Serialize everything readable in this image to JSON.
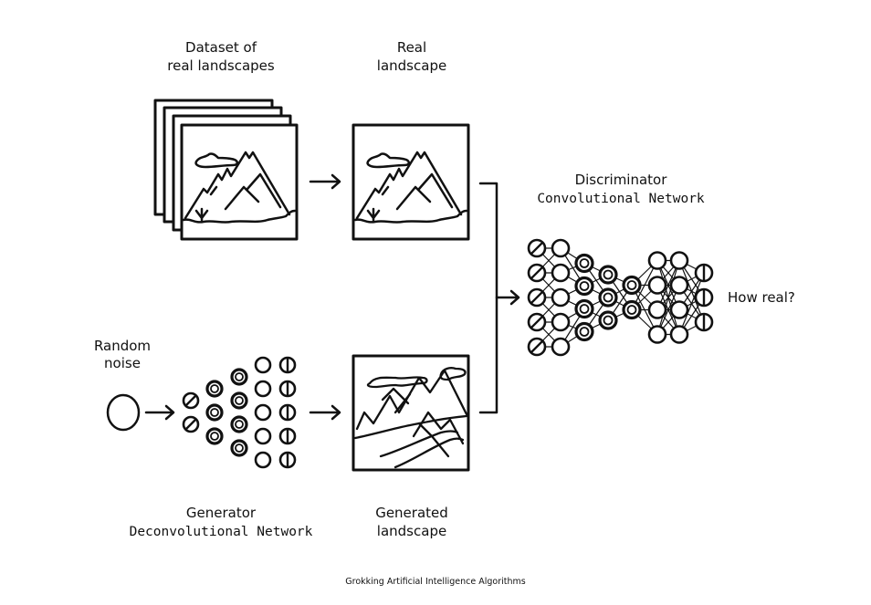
{
  "labels": {
    "dataset_line1": "Dataset of",
    "dataset_line2": "real landscapes",
    "real_line1": "Real",
    "real_line2": "landscape",
    "discriminator_line1": "Discriminator",
    "discriminator_line2": "Convolutional Network",
    "how_real": "How real?",
    "noise_line1": "Random",
    "noise_line2": "noise",
    "generator_line1": "Generator",
    "generator_line2": "Deconvolutional Network",
    "generated_line1": "Generated",
    "generated_line2": "landscape",
    "footer": "Grokking Artificial Intelligence Algorithms"
  },
  "generator_network": {
    "layers": [
      {
        "nodes": 2,
        "style": "slash"
      },
      {
        "nodes": 3,
        "style": "double"
      },
      {
        "nodes": 4,
        "style": "double"
      },
      {
        "nodes": 5,
        "style": "plain"
      },
      {
        "nodes": 5,
        "style": "vertical"
      }
    ]
  },
  "discriminator_network": {
    "layers": [
      {
        "nodes": 5,
        "style": "slash"
      },
      {
        "nodes": 5,
        "style": "plain"
      },
      {
        "nodes": 4,
        "style": "double"
      },
      {
        "nodes": 3,
        "style": "double"
      },
      {
        "nodes": 2,
        "style": "double"
      },
      {
        "nodes": 4,
        "style": "plain"
      },
      {
        "nodes": 4,
        "style": "plain"
      },
      {
        "nodes": 3,
        "style": "vertical"
      }
    ]
  },
  "dataset_stack_count": 4,
  "colors": {
    "ink": "#111111",
    "background": "#ffffff"
  }
}
